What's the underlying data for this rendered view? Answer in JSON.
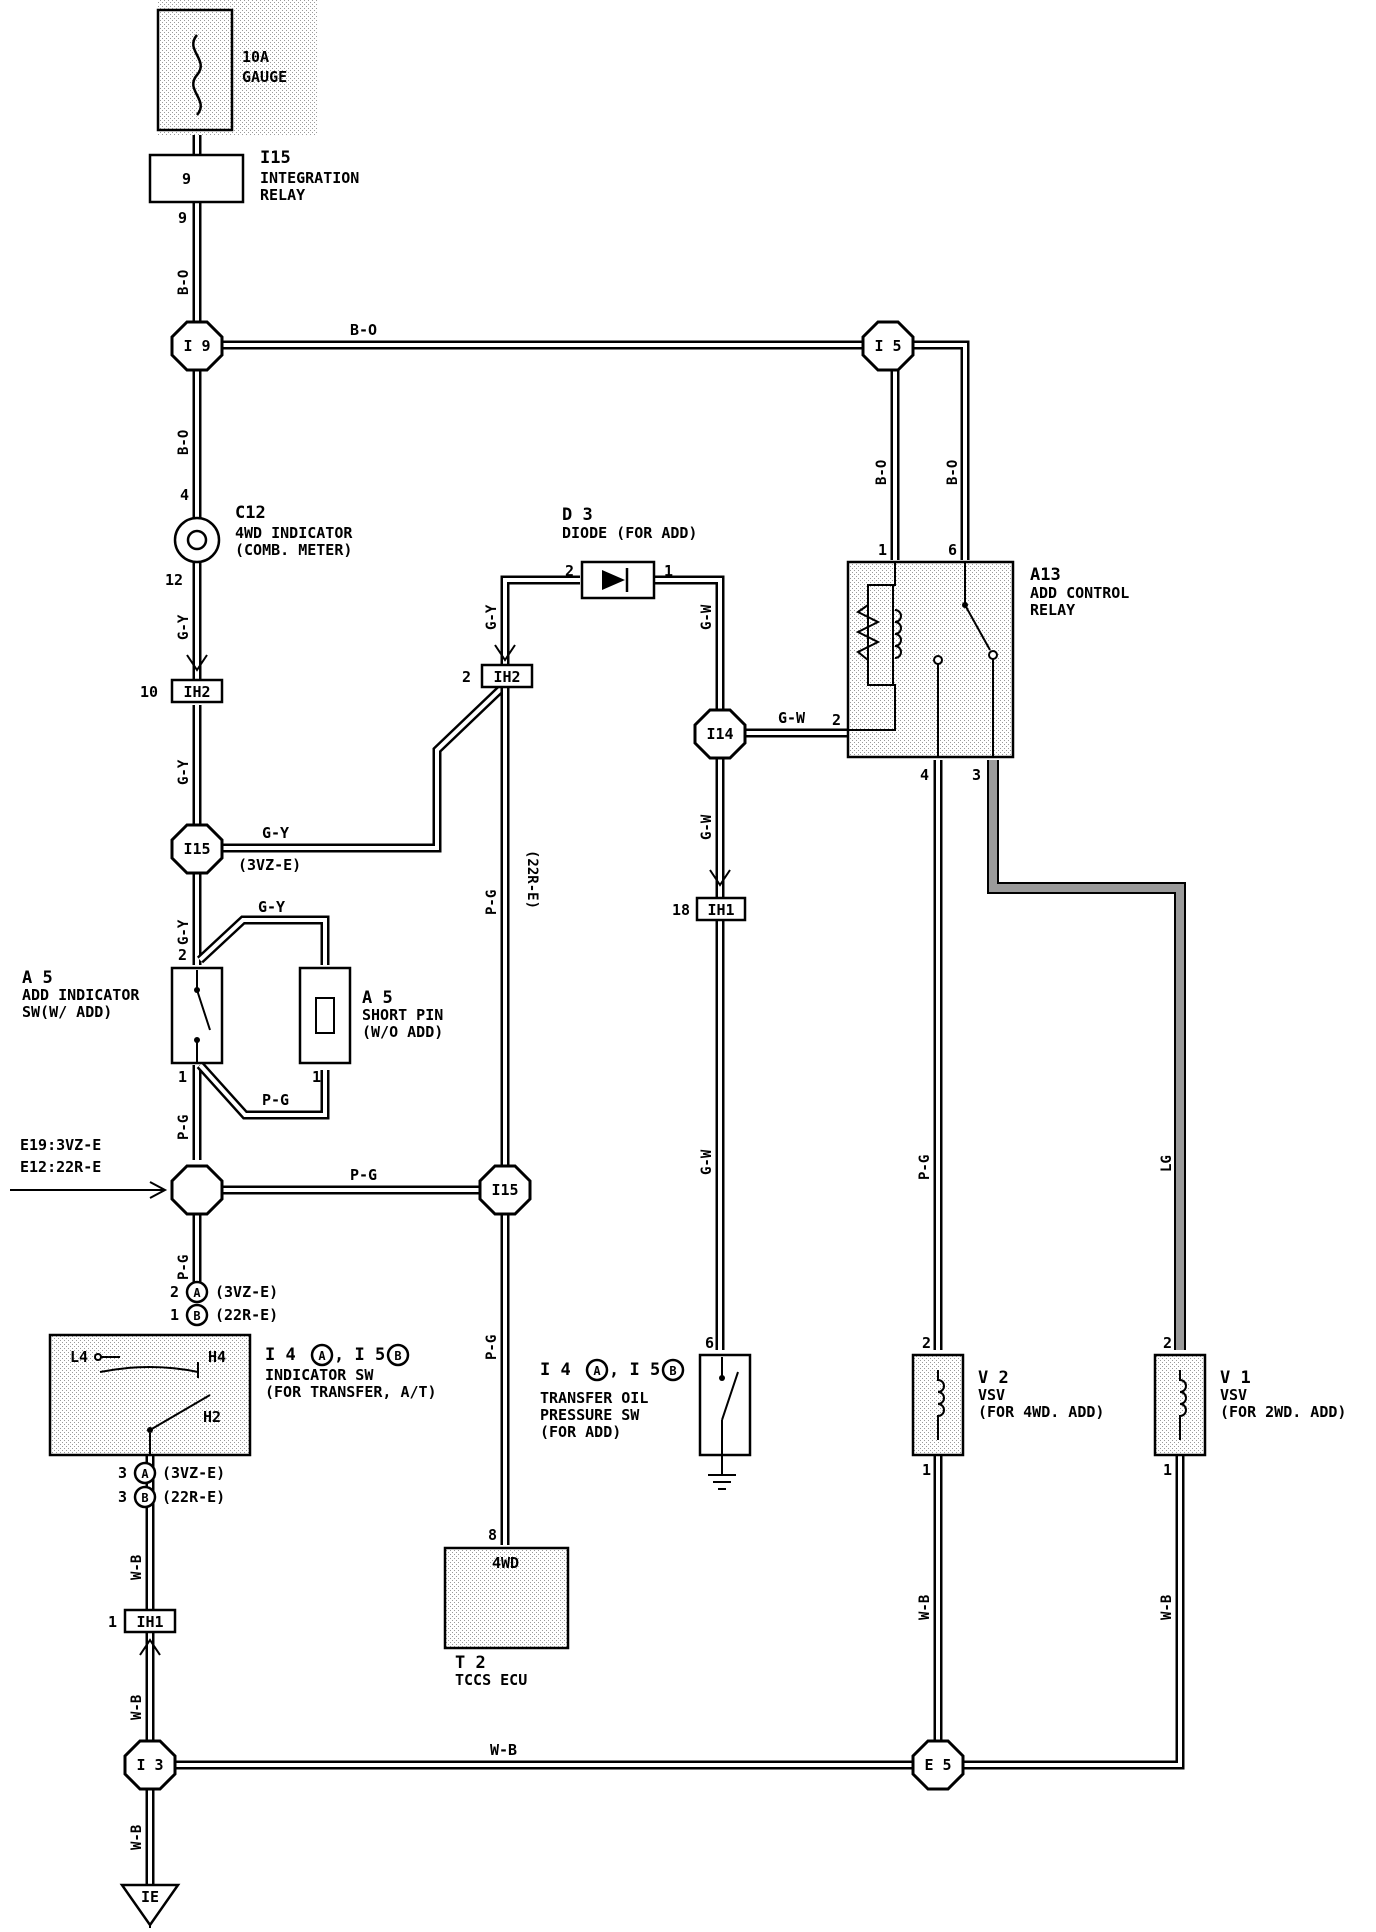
{
  "fuse": {
    "rating": "10A",
    "name": "GAUGE"
  },
  "integration_relay": {
    "code": "I15",
    "line1": "INTEGRATION",
    "line2": "RELAY",
    "pin_box": "9",
    "pin": "9"
  },
  "junctions": {
    "j_i9": "I 9",
    "j_i5": "I 5",
    "j_i14": "I14",
    "j_i15a": "I15",
    "j_i15b": "I15",
    "j_i3": "I 3",
    "j_e5": "E 5"
  },
  "wires": {
    "b_o_1": "B-O",
    "b_o_2": "B-O",
    "b_o_3": "B-O",
    "b_o_4": "B-O",
    "b_o_5": "B-O",
    "g_y_1": "G-Y",
    "g_y_2": "G-Y",
    "g_y_3": "G-Y",
    "g_y_4": "G-Y",
    "g_y_5": "G-Y",
    "g_y_6": "G-Y",
    "g_w_1": "G-W",
    "g_w_2": "G-W",
    "g_w_3": "G-W",
    "g_w_4": "G-W",
    "p_g_1": "P-G",
    "p_g_2": "P-G",
    "p_g_3": "P-G",
    "p_g_4": "P-G",
    "p_g_5": "P-G",
    "p_g_6": "P-G",
    "p_g_7": "P-G",
    "lg": "LG",
    "w_b_1": "W-B",
    "w_b_2": "W-B",
    "w_b_3": "W-B",
    "w_b_4": "W-B",
    "w_b_5": "W-B",
    "w_b_6": "W-B"
  },
  "indicator": {
    "code": "C12",
    "line1": "4WD INDICATOR",
    "line2": "(COMB. METER)",
    "pin_in": "4",
    "pin_out": "12"
  },
  "diode": {
    "code": "D 3",
    "name": "DIODE (FOR ADD)",
    "pin_left": "2",
    "pin_right": "1"
  },
  "relay": {
    "code": "A13",
    "line1": "ADD CONTROL",
    "line2": "RELAY",
    "pin1": "1",
    "pin6": "6",
    "pin2": "2",
    "pin4": "4",
    "pin3": "3"
  },
  "connectors": {
    "ih2_a": {
      "label": "IH2",
      "pin": "10"
    },
    "ih2_b": {
      "label": "IH2",
      "pin": "2"
    },
    "ih1_a": {
      "label": "IH1",
      "pin": "18"
    },
    "ih1_b": {
      "label": "IH1",
      "pin": "1"
    }
  },
  "notes": {
    "vz3": "(3VZ-E)",
    "r22": "(22R-E)",
    "ground": "IE"
  },
  "add_sw": {
    "code": "A 5",
    "line1": "ADD INDICATOR",
    "line2": "SW(W/ ADD)",
    "pin_top": "2",
    "pin_bot": "1"
  },
  "short_pin": {
    "code": "A 5",
    "line1": "SHORT PIN",
    "line2": "(W/O ADD)",
    "pin": "1"
  },
  "ecu_ref": {
    "line1": "E19:3VZ-E",
    "line2": "E12:22R-E"
  },
  "indicator_sw": {
    "pin_a_top": "2",
    "pin_b_top": "1",
    "tag_a": "A",
    "tag_b": "B",
    "note_top_a": "(3VZ-E)",
    "note_top_b": "(22R-E)",
    "l4": "L4",
    "h4": "H4",
    "h2": "H2",
    "code_line": "I 4 A, I 5 B",
    "code_a": "I 4",
    "code_b": ", I 5",
    "line1": "INDICATOR SW",
    "line2": "(FOR TRANSFER, A/T)",
    "pin_a_bot": "3",
    "pin_b_bot": "3",
    "note_bot_a": "(3VZ-E)",
    "note_bot_b": "(22R-E)"
  },
  "oil_sw": {
    "code_a": "I 4",
    "code_b": ", I 5",
    "tag_a": "A",
    "tag_b": "B",
    "line1": "TRANSFER OIL",
    "line2": "PRESSURE SW",
    "line3": "(FOR ADD)",
    "pin": "6"
  },
  "ecu": {
    "code": "T 2",
    "name": "TCCS ECU",
    "terminal": "4WD",
    "pin": "8"
  },
  "vsv2": {
    "code": "V 2",
    "name": "VSV",
    "note": "(FOR 4WD. ADD)",
    "pin_top": "2",
    "pin_bot": "1"
  },
  "vsv1": {
    "code": "V 1",
    "name": "VSV",
    "note": "(FOR 2WD. ADD)",
    "pin_top": "2",
    "pin_bot": "1"
  },
  "colors": {
    "ink": "#000000",
    "paper": "#ffffff",
    "stipple": "#9a9a9a"
  }
}
